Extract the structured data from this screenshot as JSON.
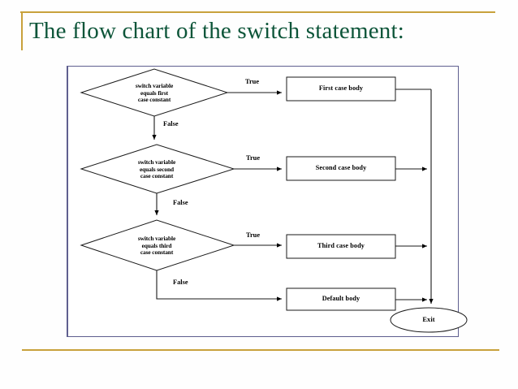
{
  "slide": {
    "title": "The flow chart of the switch statement:",
    "title_color": "#0d5539",
    "rule_color": "#c8a13c",
    "frame_border_color": "#5f5f8f",
    "background": "#fefefe"
  },
  "chart_data": {
    "type": "diagram",
    "title": "The flow chart of the switch statement:",
    "diagram_kind": "flowchart",
    "nodes": [
      {
        "id": "d1",
        "shape": "diamond",
        "label": "switch variable\nequals first\ncase constant"
      },
      {
        "id": "d2",
        "shape": "diamond",
        "label": "switch variable\nequals second\ncase constant"
      },
      {
        "id": "d3",
        "shape": "diamond",
        "label": "switch variable\nequals third\ncase constant"
      },
      {
        "id": "b1",
        "shape": "rectangle",
        "label": "First case body"
      },
      {
        "id": "b2",
        "shape": "rectangle",
        "label": "Second case body"
      },
      {
        "id": "b3",
        "shape": "rectangle",
        "label": "Third case body"
      },
      {
        "id": "b4",
        "shape": "rectangle",
        "label": "Default body"
      },
      {
        "id": "exit",
        "shape": "ellipse",
        "label": "Exit"
      }
    ],
    "edges": [
      {
        "from": "d1",
        "to": "b1",
        "label": "True"
      },
      {
        "from": "d1",
        "to": "d2",
        "label": "False"
      },
      {
        "from": "d2",
        "to": "b2",
        "label": "True"
      },
      {
        "from": "d2",
        "to": "d3",
        "label": "False"
      },
      {
        "from": "d3",
        "to": "b3",
        "label": "True"
      },
      {
        "from": "d3",
        "to": "b4",
        "label": "False"
      },
      {
        "from": "b1",
        "to": "exit",
        "label": ""
      },
      {
        "from": "b2",
        "to": "exit",
        "label": ""
      },
      {
        "from": "b3",
        "to": "exit",
        "label": ""
      },
      {
        "from": "b4",
        "to": "exit",
        "label": ""
      }
    ],
    "edge_labels": {
      "true_1": "True",
      "true_2": "True",
      "true_3": "True",
      "false_1": "False",
      "false_2": "False",
      "false_3": "False"
    },
    "nodes_text": {
      "decision_1": "switch variable\nequals first\ncase constant",
      "decision_2": "switch variable\nequals second\ncase constant",
      "decision_3": "switch variable\nequals third\ncase constant",
      "body_1": "First case body",
      "body_2": "Second case body",
      "body_3": "Third case body",
      "body_default": "Default body",
      "terminal_exit": "Exit"
    },
    "line_color": "#000000",
    "node_fill": "#ffffff"
  }
}
